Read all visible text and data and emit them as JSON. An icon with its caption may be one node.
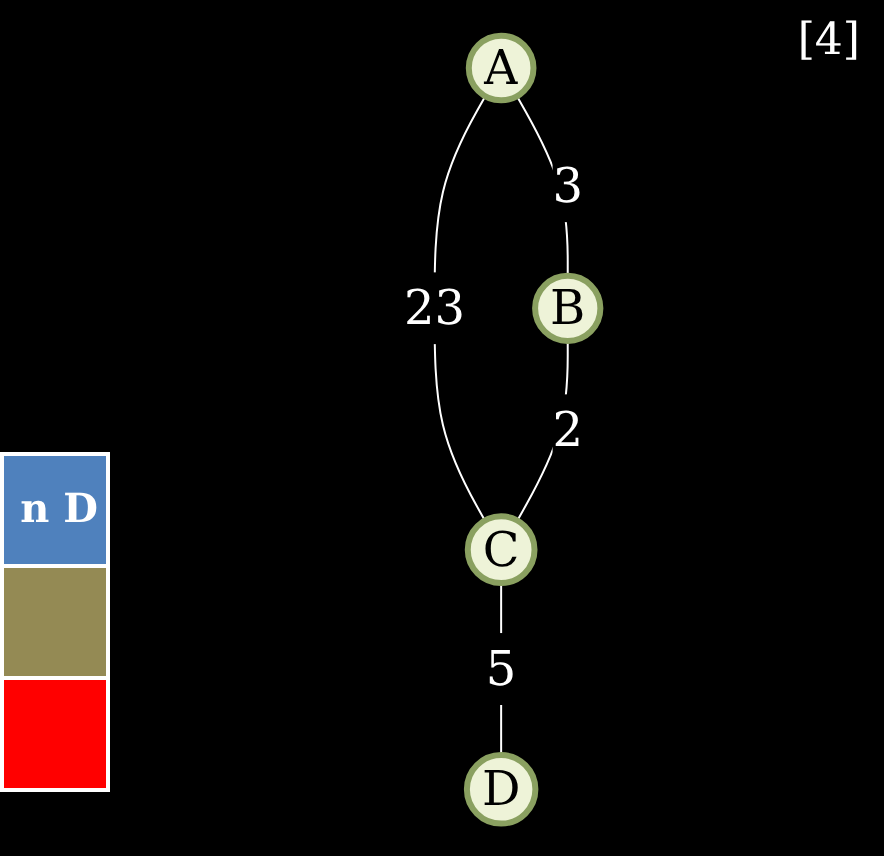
{
  "diagram": {
    "nodes": [
      {
        "text": [
          "A"
        ]
      },
      {
        "text": [
          "B"
        ]
      },
      {
        "text": [
          "C"
        ]
      },
      {
        "text": [
          "D"
        ]
      }
    ],
    "edges": [
      {
        "from": 0,
        "to": 1,
        "arrow": "none",
        "label": "3"
      },
      {
        "from": 0,
        "to": 2,
        "arrow": "none",
        "label": "23"
      },
      {
        "from": 1,
        "to": 2,
        "arrow": "none",
        "label": "2"
      },
      {
        "from": 2,
        "to": 3,
        "arrow": "none",
        "label": "5"
      }
    ],
    "labels": [
      "[4]",
      "n D"
    ]
  }
}
